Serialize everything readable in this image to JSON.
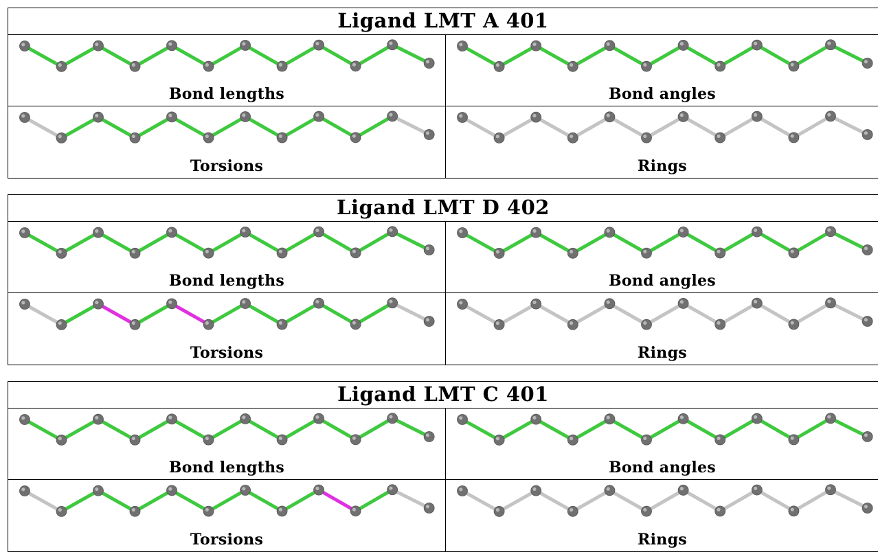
{
  "colors": {
    "good_bond": "#3ec93e",
    "outlier_bond": "#e030e0",
    "unassessed_bond": "#c4c4c4",
    "atom": "#707070",
    "atom_highlight": "#b8b8b8"
  },
  "ligands": [
    {
      "title": "Ligand LMT A 401",
      "panels": [
        {
          "caption": "Bond lengths",
          "bonds": [
            "good",
            "good",
            "good",
            "good",
            "good",
            "good",
            "good",
            "good",
            "good",
            "good",
            "good"
          ]
        },
        {
          "caption": "Bond angles",
          "bonds": [
            "good",
            "good",
            "good",
            "good",
            "good",
            "good",
            "good",
            "good",
            "good",
            "good",
            "good"
          ]
        },
        {
          "caption": "Torsions",
          "bonds": [
            "none",
            "good",
            "good",
            "good",
            "good",
            "good",
            "good",
            "good",
            "good",
            "good",
            "none"
          ]
        },
        {
          "caption": "Rings",
          "bonds": [
            "none",
            "none",
            "none",
            "none",
            "none",
            "none",
            "none",
            "none",
            "none",
            "none",
            "none"
          ]
        }
      ]
    },
    {
      "title": "Ligand LMT D 402",
      "panels": [
        {
          "caption": "Bond lengths",
          "bonds": [
            "good",
            "good",
            "good",
            "good",
            "good",
            "good",
            "good",
            "good",
            "good",
            "good",
            "good"
          ]
        },
        {
          "caption": "Bond angles",
          "bonds": [
            "good",
            "good",
            "good",
            "good",
            "good",
            "good",
            "good",
            "good",
            "good",
            "good",
            "good"
          ]
        },
        {
          "caption": "Torsions",
          "bonds": [
            "none",
            "good",
            "outlier",
            "good",
            "outlier",
            "good",
            "good",
            "good",
            "good",
            "good",
            "none"
          ]
        },
        {
          "caption": "Rings",
          "bonds": [
            "none",
            "none",
            "none",
            "none",
            "none",
            "none",
            "none",
            "none",
            "none",
            "none",
            "none"
          ]
        }
      ]
    },
    {
      "title": "Ligand LMT C 401",
      "panels": [
        {
          "caption": "Bond lengths",
          "bonds": [
            "good",
            "good",
            "good",
            "good",
            "good",
            "good",
            "good",
            "good",
            "good",
            "good",
            "good"
          ]
        },
        {
          "caption": "Bond angles",
          "bonds": [
            "good",
            "good",
            "good",
            "good",
            "good",
            "good",
            "good",
            "good",
            "good",
            "good",
            "good"
          ]
        },
        {
          "caption": "Torsions",
          "bonds": [
            "none",
            "good",
            "good",
            "good",
            "good",
            "good",
            "good",
            "good",
            "outlier",
            "good",
            "none"
          ]
        },
        {
          "caption": "Rings",
          "bonds": [
            "none",
            "none",
            "none",
            "none",
            "none",
            "none",
            "none",
            "none",
            "none",
            "none",
            "none"
          ]
        }
      ]
    }
  ]
}
